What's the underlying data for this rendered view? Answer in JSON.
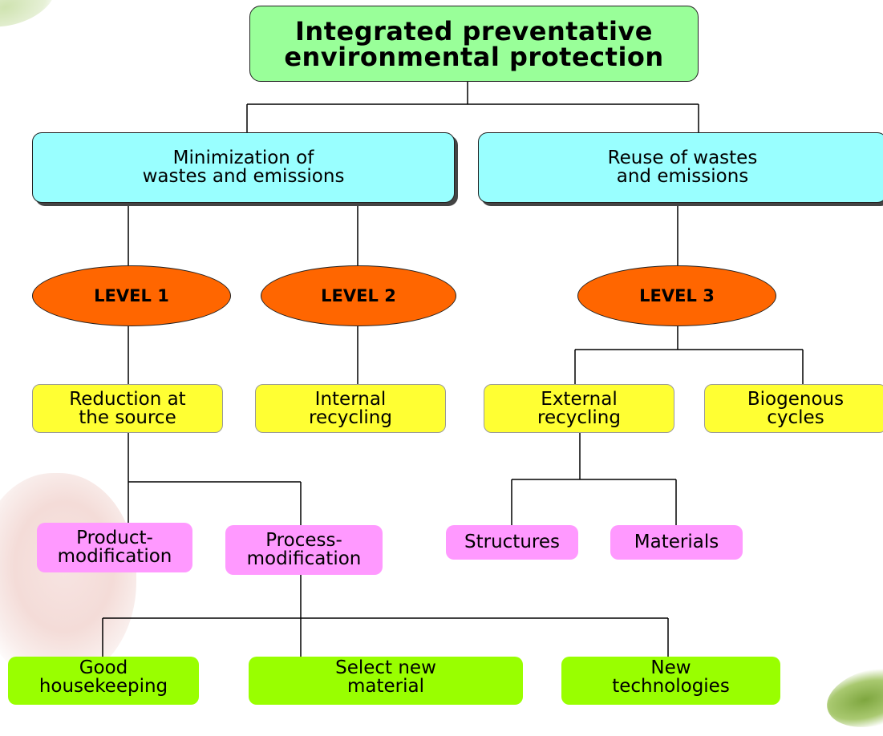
{
  "diagram": {
    "root": "Integrated preventative\nenvironmental protection",
    "categories": {
      "minimization": "Minimization of\nwastes and emissions",
      "reuse": "Reuse of wastes\nand emissions"
    },
    "levels": {
      "level1": "LEVEL 1",
      "level2": "LEVEL 2",
      "level3": "LEVEL 3"
    },
    "strategies": {
      "reduction": "Reduction at\nthe source",
      "internal": "Internal\nrecycling",
      "external": "External\nrecycling",
      "biogenous": "Biogenous\ncycles"
    },
    "modifications": {
      "product": "Product-\nmodification",
      "process": "Process-\nmodification",
      "structures": "Structures",
      "materials": "Materials"
    },
    "measures": {
      "good_housekeeping": "Good\nhousekeeping",
      "select_material": "Select new\nmaterial",
      "new_technologies": "New\ntechnologies"
    },
    "colors": {
      "root": "#99ff99",
      "category": "#99ffff",
      "level": "#ff6600",
      "strategy": "#ffff33",
      "modification": "#ff99ff",
      "measure": "#99ff00"
    }
  }
}
